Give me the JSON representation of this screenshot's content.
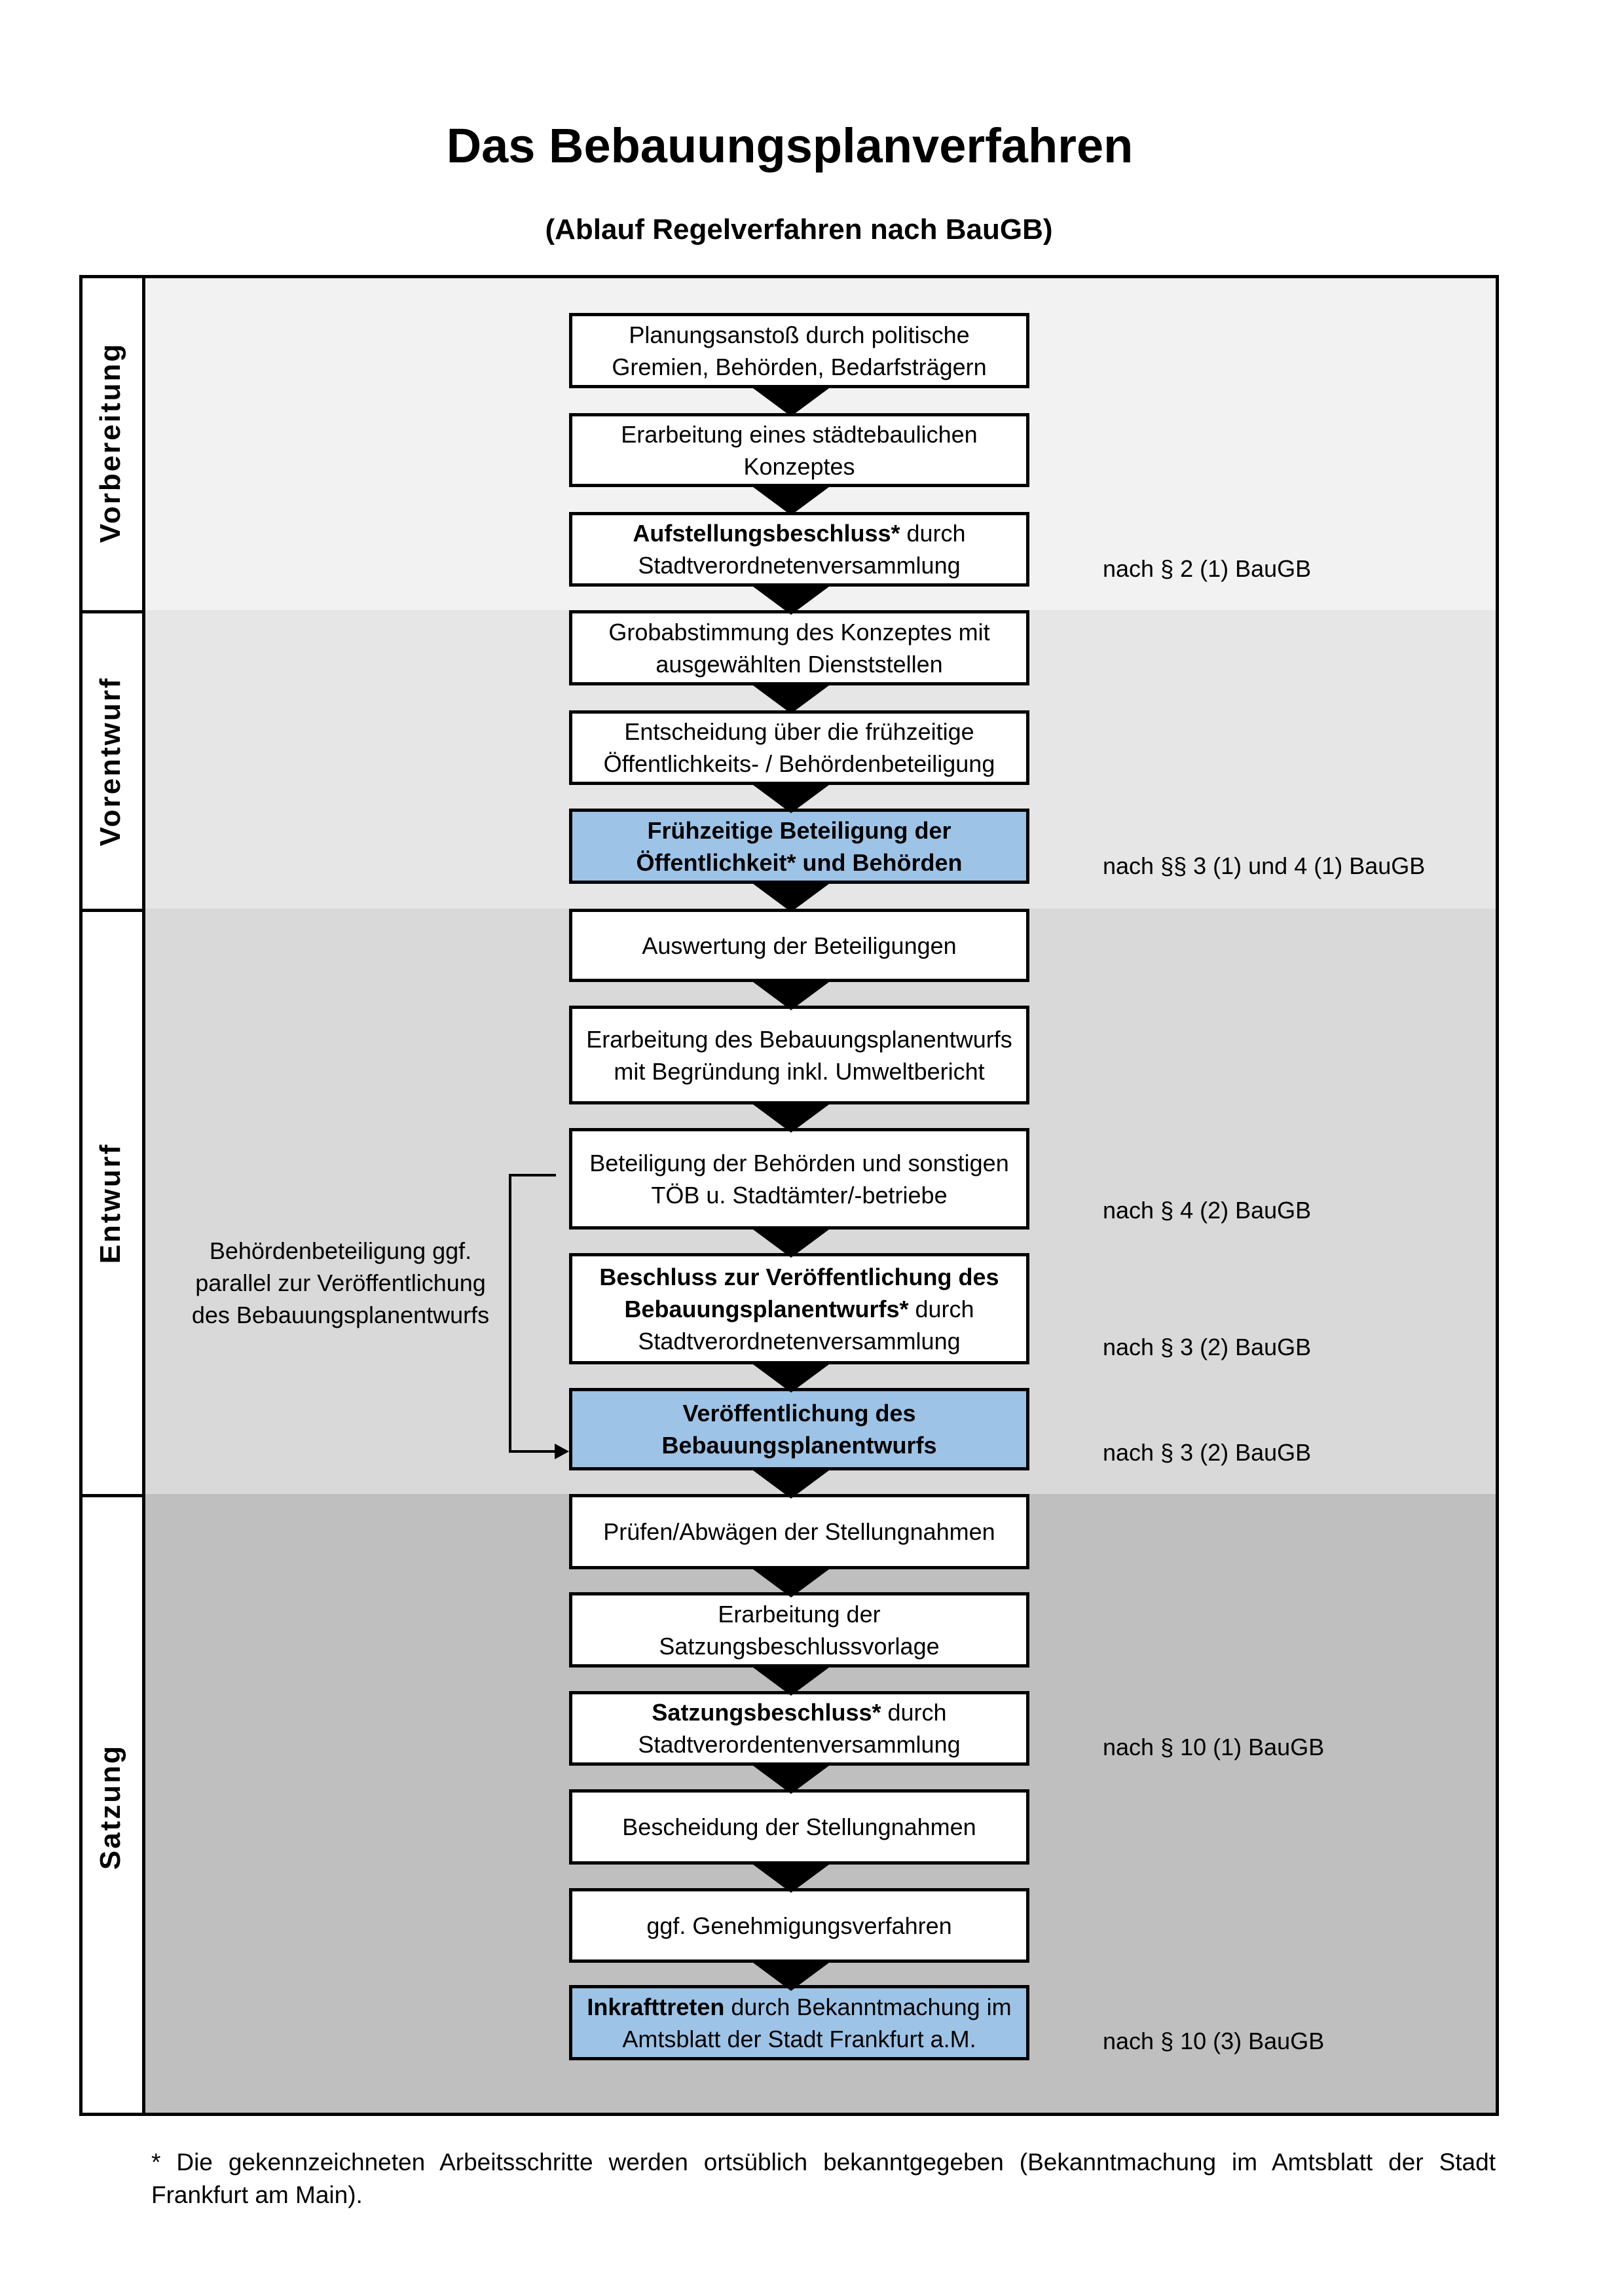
{
  "title": "Das Bebauungsplanverfahren",
  "subtitle": "(Ablauf Regelverfahren nach BauGB)",
  "colors": {
    "band_vorbereitung": "#f2f2f2",
    "band_vorentwurf": "#e6e6e6",
    "band_entwurf": "#d9d9d9",
    "band_satzung": "#bfbfbf",
    "highlight_box": "#9dc3e6"
  },
  "phases": [
    "Vorbereitung",
    "Vorentwurf",
    "Entwurf",
    "Satzung"
  ],
  "steps": [
    {
      "bold": "",
      "text": "Planungsanstoß durch politische Gremien, Behörden, Bedarfsträgern",
      "highlight": false
    },
    {
      "bold": "",
      "text": "Erarbeitung eines städtebaulichen Konzeptes",
      "highlight": false
    },
    {
      "bold": "Aufstellungsbeschluss*",
      "text": " durch Stadtverordnetenversammlung",
      "highlight": false
    },
    {
      "bold": "",
      "text": "Grobabstimmung des Konzeptes mit ausgewählten Dienststellen",
      "highlight": false
    },
    {
      "bold": "",
      "text": "Entscheidung über die frühzeitige Öffentlichkeits- / Behördenbeteiligung",
      "highlight": false
    },
    {
      "bold": "Frühzeitige Beteiligung der Öffentlichkeit* und Behörden",
      "text": "",
      "highlight": true
    },
    {
      "bold": "",
      "text": "Auswertung der Beteiligungen",
      "highlight": false
    },
    {
      "bold": "",
      "text": "Erarbeitung des Bebauungsplanentwurfs mit Begründung inkl. Umweltbericht",
      "highlight": false
    },
    {
      "bold": "",
      "text": "Beteiligung der Behörden und sonstigen TÖB u. Stadtämter/-betriebe",
      "highlight": false
    },
    {
      "bold": "Beschluss zur Veröffentlichung des Bebauungsplanentwurfs*",
      "text": " durch Stadtverordnetenversammlung",
      "highlight": false
    },
    {
      "bold": "Veröffentlichung des Bebauungsplanentwurfs",
      "text": "",
      "highlight": true
    },
    {
      "bold": "",
      "text": "Prüfen/Abwägen der Stellungnahmen",
      "highlight": false
    },
    {
      "bold": "",
      "text": "Erarbeitung der Satzungsbeschlussvorlage",
      "highlight": false
    },
    {
      "bold": "Satzungsbeschluss*",
      "text": " durch Stadtverordentenversammlung",
      "highlight": false
    },
    {
      "bold": "",
      "text": "Bescheidung der Stellungnahmen",
      "highlight": false
    },
    {
      "bold": "",
      "text": "ggf. Genehmigungsverfahren",
      "highlight": false
    },
    {
      "bold": "Inkrafttreten",
      "text": " durch Bekanntmachung im Amtsblatt der Stadt Frankfurt a.M.",
      "highlight": true
    }
  ],
  "notes": [
    "nach § 2 (1) BauGB",
    "nach §§ 3 (1) und 4 (1) BauGB",
    "nach § 4 (2) BauGB",
    "nach § 3 (2) BauGB",
    "nach § 3 (2) BauGB",
    "nach § 10 (1) BauGB",
    "nach § 10 (3) BauGB"
  ],
  "side_note": "Behördenbeteiligung ggf. parallel zur Veröffentlichung des Bebauungsplanentwurfs",
  "footnote": "* Die gekennzeichneten Arbeitsschritte werden ortsüblich bekanntgegeben (Bekanntmachung im Amtsblatt  der Stadt Frankfurt am Main)."
}
